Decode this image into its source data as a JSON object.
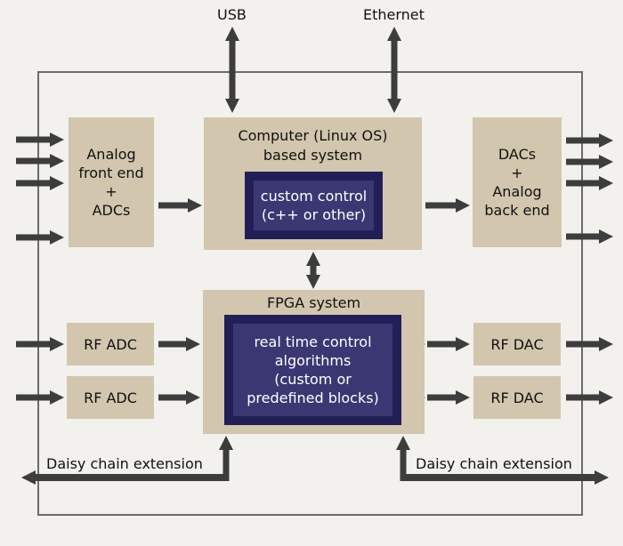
{
  "colors": {
    "background": "#f2f1ed",
    "block": "#d2c6ae",
    "accent": "#3b3773",
    "accent_border": "#221f57",
    "arrow_dark": "#3d3d3d",
    "arrow_accent": "#2a2566"
  },
  "interfaces": {
    "usb": "USB",
    "ethernet": "Ethernet"
  },
  "blocks": {
    "analog_front_end": [
      "Analog",
      "front end",
      "+",
      "ADCs"
    ],
    "computer": [
      "Computer (Linux OS)",
      "based system"
    ],
    "custom_control": [
      "custom control",
      "(c++ or other)"
    ],
    "dacs": [
      "DACs",
      "+",
      "Analog",
      "back end"
    ],
    "fpga": "FPGA system",
    "realtime": [
      "real time control",
      "algorithms",
      "(custom or",
      "predefined blocks)"
    ],
    "rf_adc_1": "RF ADC",
    "rf_adc_2": "RF ADC",
    "rf_dac_1": "RF DAC",
    "rf_dac_2": "RF DAC"
  },
  "daisy_chain": {
    "left": "Daisy chain extension",
    "right": "Daisy chain extension"
  }
}
